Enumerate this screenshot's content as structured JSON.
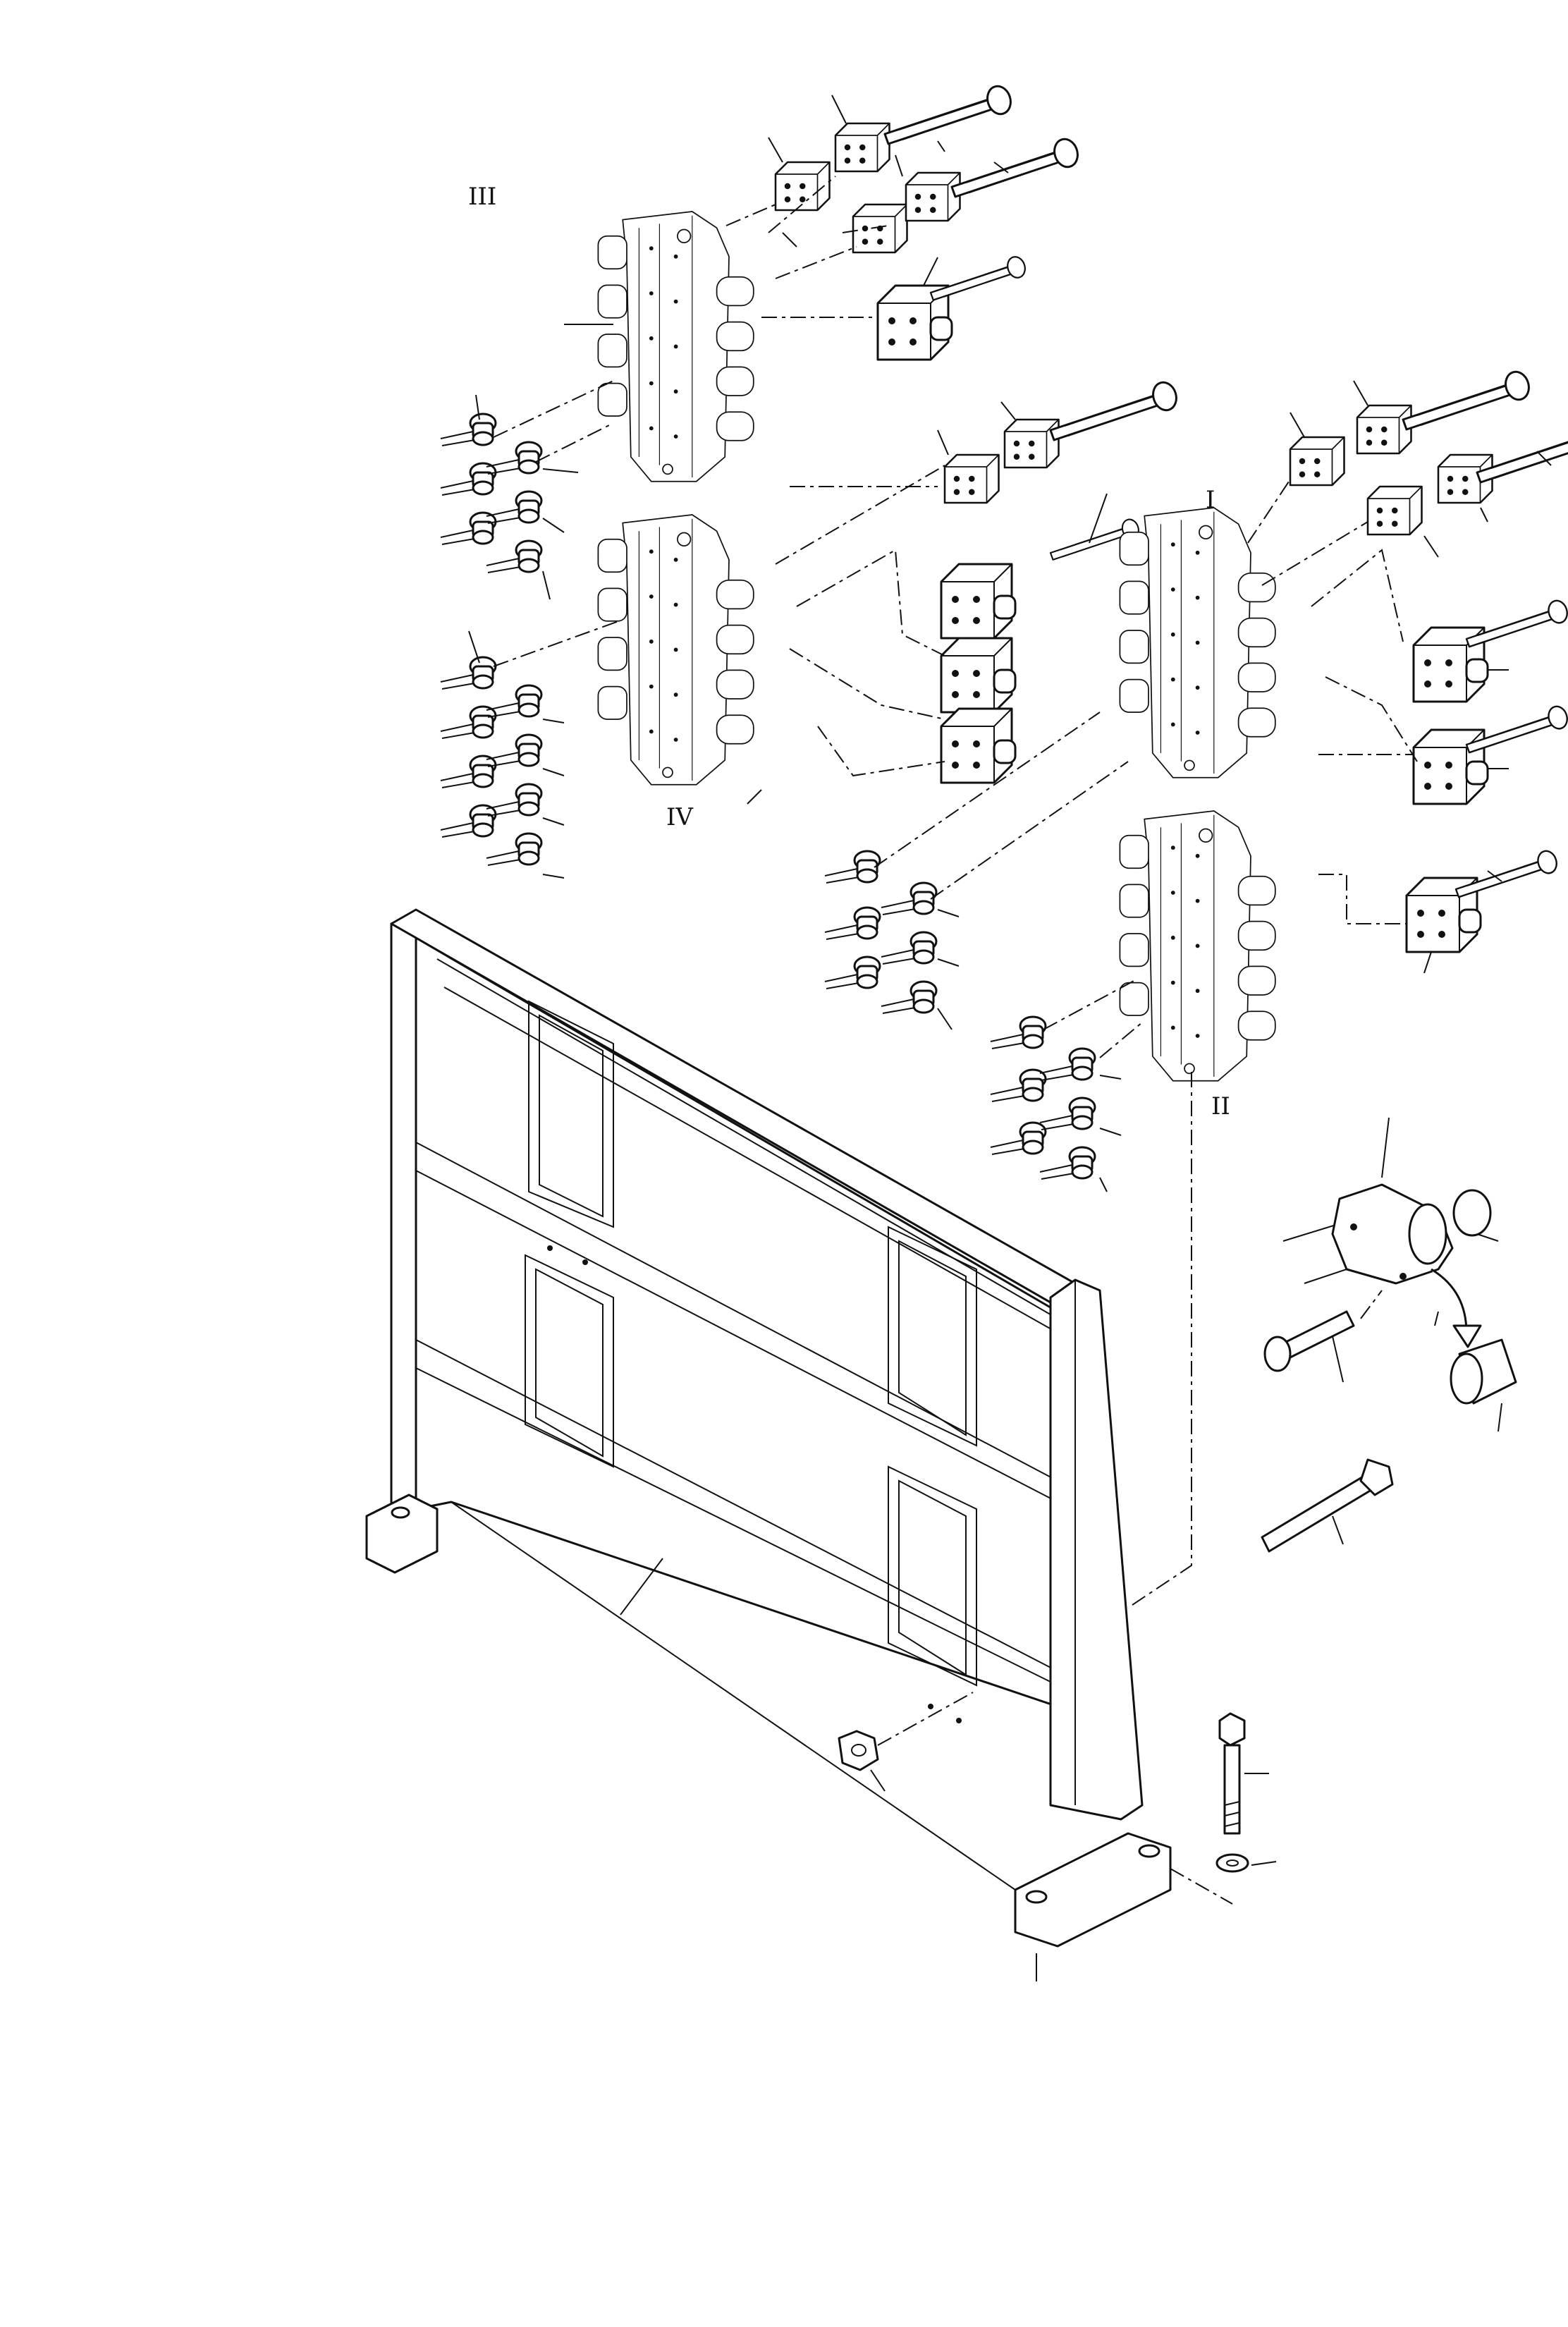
{
  "valve_group_labels": {
    "group_1": "I",
    "group_2": "II",
    "group_3": "III",
    "group_4": "IV"
  },
  "colors": {
    "line": "#111111",
    "background": "#ffffff"
  },
  "icons": {
    "valve_block": "control-valve-block",
    "cap_screw": "bolt",
    "fitting": "hose-fitting",
    "frame": "mounting-frame",
    "nut": "hex-nut",
    "washer": "flat-washer",
    "o_ring": "o-ring",
    "plug": "plug"
  }
}
